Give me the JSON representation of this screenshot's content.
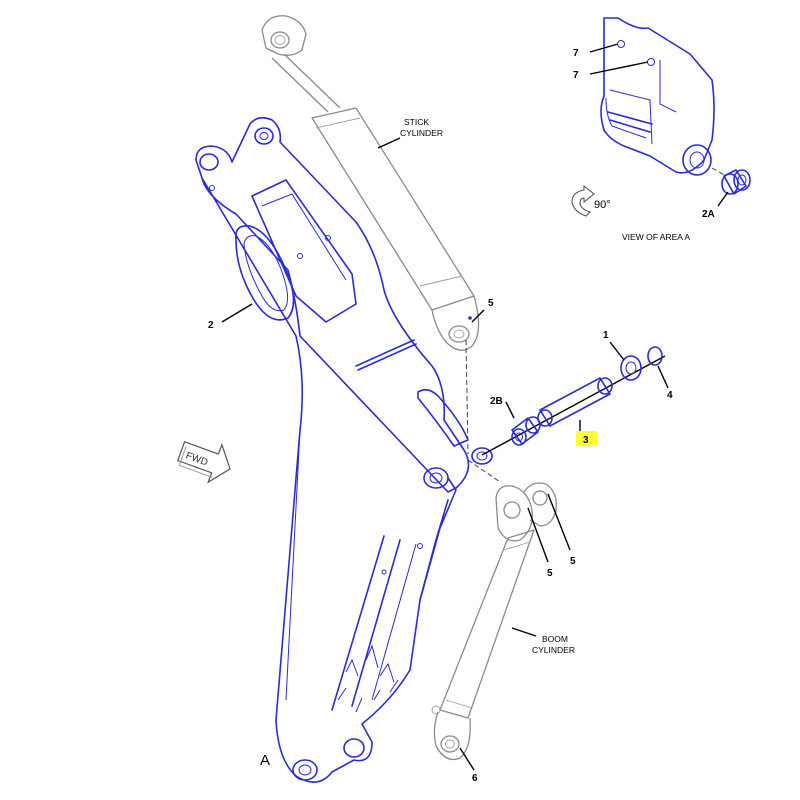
{
  "colors": {
    "part_outline": "#2a2ad8",
    "cylinder_outline": "#8a8a8a",
    "highlight": "#ffff33",
    "callout_text": "#000000"
  },
  "labels": {
    "stick_cylinder_line1": "STICK",
    "stick_cylinder_line2": "CYLINDER",
    "boom_cylinder_line1": "BOOM",
    "boom_cylinder_line2": "CYLINDER",
    "view_of_area": "VIEW OF AREA A",
    "rotation": "90°",
    "area_marker": "A",
    "fwd": "FWD"
  },
  "callouts": {
    "c1": "1",
    "c2": "2",
    "c2a": "2A",
    "c2b": "2B",
    "c3": "3",
    "c4": "4",
    "c5_stick": "5",
    "c5_boom_left": "5",
    "c5_boom_right": "5",
    "c6": "6",
    "c7_top": "7",
    "c7_bottom": "7"
  },
  "highlighted_callout": "3"
}
